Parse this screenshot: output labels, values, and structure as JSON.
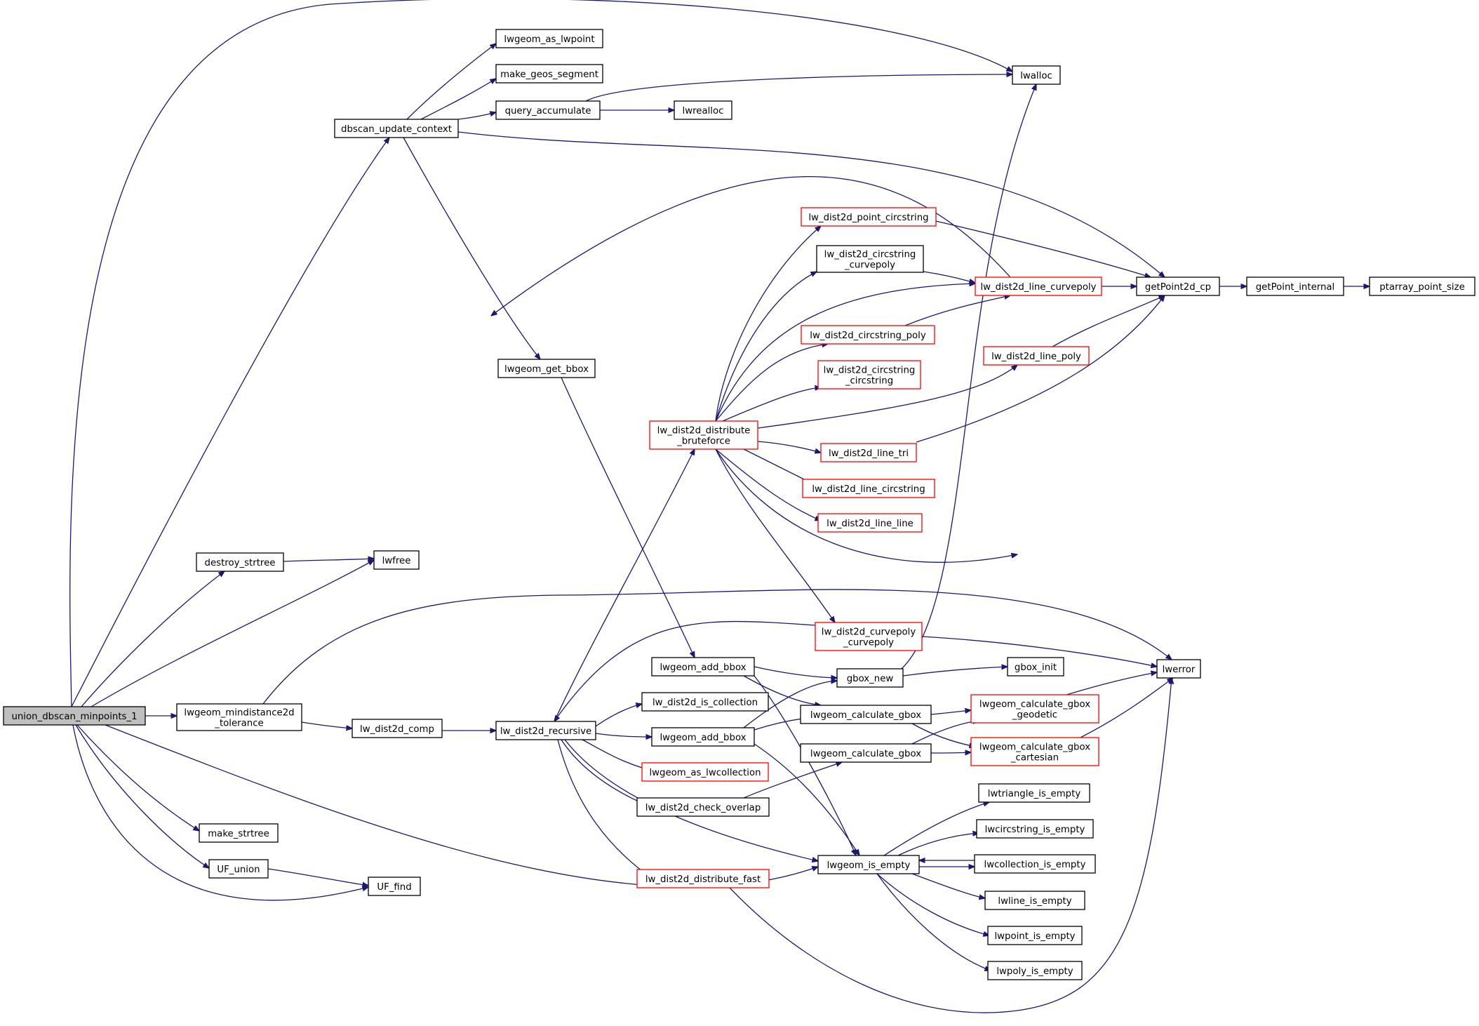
{
  "diagram": {
    "type": "call-graph",
    "edge_color": "#191970",
    "truncated_border_color": "#ff0000",
    "root_fill": "#bfbfbf",
    "nodes": [
      {
        "id": "root",
        "label": [
          "union_dbscan_minpoints_1"
        ],
        "style": "root"
      },
      {
        "id": "dbscan_ctx",
        "label": [
          "dbscan_update_context"
        ]
      },
      {
        "id": "as_lwpoint",
        "label": [
          "lwgeom_as_lwpoint"
        ]
      },
      {
        "id": "geos_seg",
        "label": [
          "make_geos_segment"
        ]
      },
      {
        "id": "query_acc",
        "label": [
          "query_accumulate"
        ]
      },
      {
        "id": "lwrealloc",
        "label": [
          "lwrealloc"
        ]
      },
      {
        "id": "lwalloc",
        "label": [
          "lwalloc"
        ]
      },
      {
        "id": "get_bbox",
        "label": [
          "lwgeom_get_bbox"
        ]
      },
      {
        "id": "getpoint2d",
        "label": [
          "getPoint2d_cp"
        ]
      },
      {
        "id": "getpoint_int",
        "label": [
          "getPoint_internal"
        ]
      },
      {
        "id": "pt_size",
        "label": [
          "ptarray_point_size"
        ]
      },
      {
        "id": "destroy_str",
        "label": [
          "destroy_strtree"
        ]
      },
      {
        "id": "lwfree",
        "label": [
          "lwfree"
        ]
      },
      {
        "id": "mindist",
        "label": [
          "lwgeom_mindistance2d",
          "_tolerance"
        ]
      },
      {
        "id": "comp",
        "label": [
          "lw_dist2d_comp"
        ]
      },
      {
        "id": "recursive",
        "label": [
          "lw_dist2d_recursive"
        ]
      },
      {
        "id": "brute",
        "label": [
          "lw_dist2d_distribute",
          "_bruteforce"
        ],
        "style": "truncated"
      },
      {
        "id": "pt_circ",
        "label": [
          "lw_dist2d_point_circstring"
        ],
        "style": "truncated"
      },
      {
        "id": "circ_curvepoly",
        "label": [
          "lw_dist2d_circstring",
          "_curvepoly"
        ]
      },
      {
        "id": "line_curvepoly",
        "label": [
          "lw_dist2d_line_curvepoly"
        ],
        "style": "truncated"
      },
      {
        "id": "circ_poly",
        "label": [
          "lw_dist2d_circstring_poly"
        ],
        "style": "truncated"
      },
      {
        "id": "circ_circ",
        "label": [
          "lw_dist2d_circstring",
          "_circstring"
        ],
        "style": "truncated"
      },
      {
        "id": "line_poly",
        "label": [
          "lw_dist2d_line_poly"
        ],
        "style": "truncated"
      },
      {
        "id": "line_tri",
        "label": [
          "lw_dist2d_line_tri"
        ],
        "style": "truncated"
      },
      {
        "id": "line_circ",
        "label": [
          "lw_dist2d_line_circstring"
        ],
        "style": "truncated"
      },
      {
        "id": "line_line",
        "label": [
          "lw_dist2d_line_line"
        ],
        "style": "truncated"
      },
      {
        "id": "curve_curve",
        "label": [
          "lw_dist2d_curvepoly",
          "_curvepoly"
        ],
        "style": "truncated"
      },
      {
        "id": "lwerror",
        "label": [
          "lwerror"
        ]
      },
      {
        "id": "add_bbox1",
        "label": [
          "lwgeom_add_bbox"
        ]
      },
      {
        "id": "gbox_new",
        "label": [
          "gbox_new"
        ]
      },
      {
        "id": "gbox_init",
        "label": [
          "gbox_init"
        ]
      },
      {
        "id": "is_coll",
        "label": [
          "lw_dist2d_is_collection"
        ]
      },
      {
        "id": "calc_gbox1",
        "label": [
          "lwgeom_calculate_gbox"
        ]
      },
      {
        "id": "gbox_geod",
        "label": [
          "lwgeom_calculate_gbox",
          "_geodetic"
        ],
        "style": "truncated"
      },
      {
        "id": "add_bbox2",
        "label": [
          "lwgeom_add_bbox"
        ]
      },
      {
        "id": "calc_gbox2",
        "label": [
          "lwgeom_calculate_gbox"
        ]
      },
      {
        "id": "gbox_cart",
        "label": [
          "lwgeom_calculate_gbox",
          "_cartesian"
        ],
        "style": "truncated"
      },
      {
        "id": "as_coll",
        "label": [
          "lwgeom_as_lwcollection"
        ],
        "style": "truncated"
      },
      {
        "id": "check_ov",
        "label": [
          "lw_dist2d_check_overlap"
        ]
      },
      {
        "id": "tri_empty",
        "label": [
          "lwtriangle_is_empty"
        ]
      },
      {
        "id": "make_str",
        "label": [
          "make_strtree"
        ]
      },
      {
        "id": "circ_empty",
        "label": [
          "lwcircstring_is_empty"
        ]
      },
      {
        "id": "uf_union",
        "label": [
          "UF_union"
        ]
      },
      {
        "id": "is_empty",
        "label": [
          "lwgeom_is_empty"
        ]
      },
      {
        "id": "coll_empty",
        "label": [
          "lwcollection_is_empty"
        ]
      },
      {
        "id": "uf_find",
        "label": [
          "UF_find"
        ]
      },
      {
        "id": "dist_fast",
        "label": [
          "lw_dist2d_distribute_fast"
        ],
        "style": "truncated"
      },
      {
        "id": "line_empty",
        "label": [
          "lwline_is_empty"
        ]
      },
      {
        "id": "point_empty",
        "label": [
          "lwpoint_is_empty"
        ]
      },
      {
        "id": "poly_empty",
        "label": [
          "lwpoly_is_empty"
        ]
      }
    ]
  }
}
